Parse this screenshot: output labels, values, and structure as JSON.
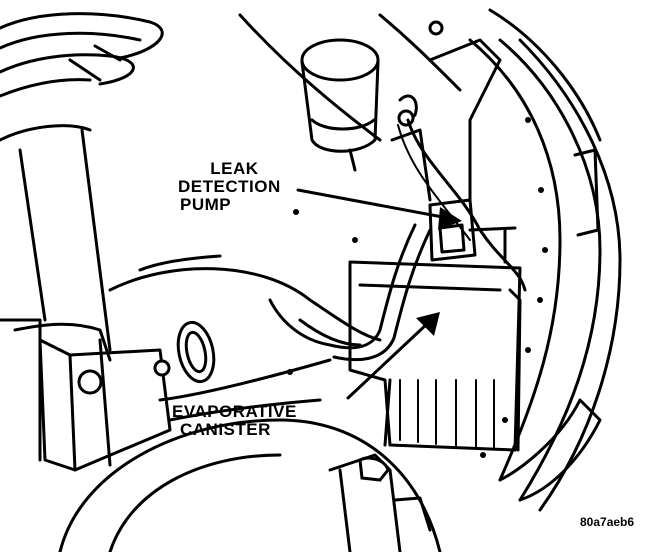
{
  "labels": {
    "leak_detection_pump": [
      "LEAK",
      "DETECTION",
      "PUMP"
    ],
    "evaporative_canister": [
      "EVAPORATIVE",
      "CANISTER"
    ]
  },
  "figure_code": "80a7aeb6"
}
